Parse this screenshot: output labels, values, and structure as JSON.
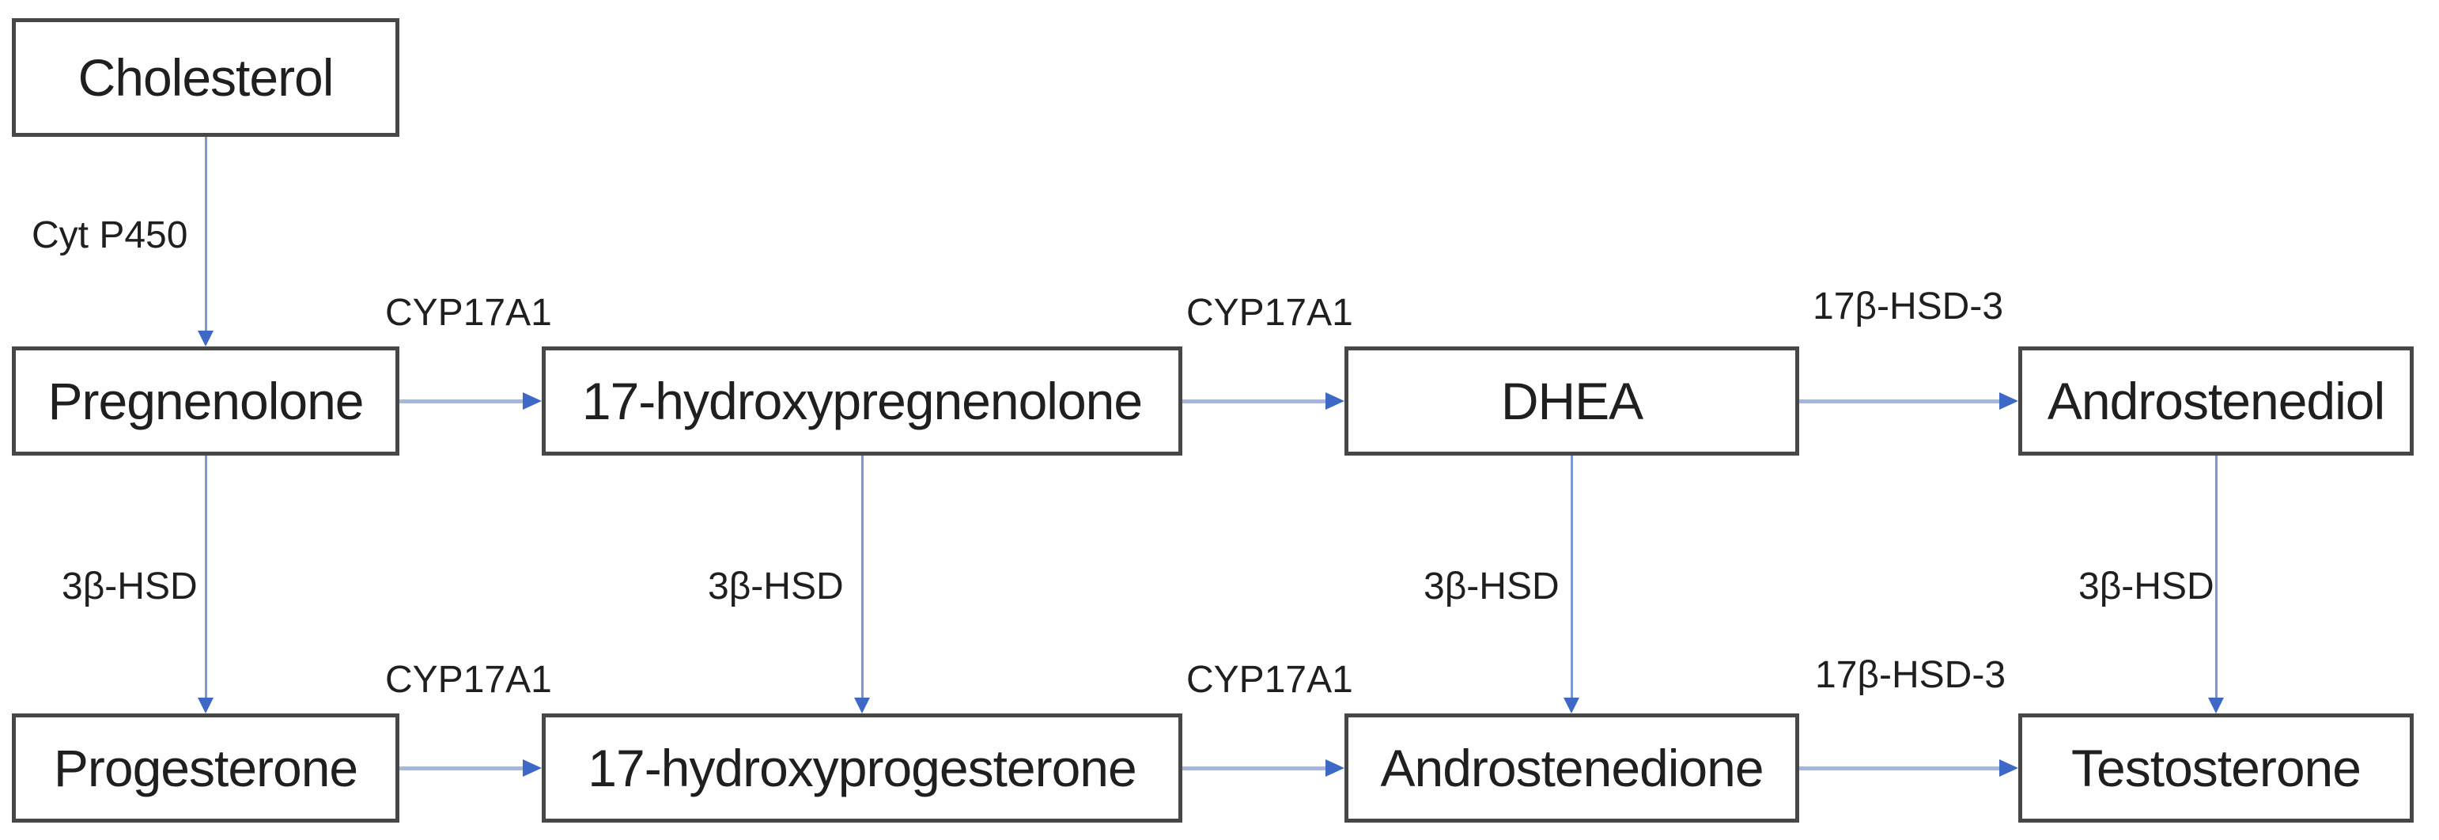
{
  "diagram": {
    "description": "Steroid hormone synthesis pathway flowchart",
    "colors": {
      "background": "#ffffff",
      "box_fill": "#fefefe",
      "box_border": "#474747",
      "text": "#1f1f1f",
      "arrow_line_vertical": "#7d97cf",
      "arrow_line_horizontal": "#a3b8e0",
      "arrow_head": "#3e68c5"
    },
    "nodes": [
      {
        "id": "cholesterol",
        "label": "Cholesterol"
      },
      {
        "id": "pregnenolone",
        "label": "Pregnenolone"
      },
      {
        "id": "hydroxypregnenolone",
        "label": "17-hydroxypregnenolone"
      },
      {
        "id": "dhea",
        "label": "DHEA"
      },
      {
        "id": "androstenediol",
        "label": "Androstenediol"
      },
      {
        "id": "progesterone",
        "label": "Progesterone"
      },
      {
        "id": "hydroxyprogesterone",
        "label": "17-hydroxyprogesterone"
      },
      {
        "id": "androstenedione",
        "label": "Androstenedione"
      },
      {
        "id": "testosterone",
        "label": "Testosterone"
      }
    ],
    "edges": [
      {
        "from": "Cholesterol",
        "to": "Pregnenolone",
        "label": "Cyt P450",
        "direction": "down"
      },
      {
        "from": "Pregnenolone",
        "to": "17-hydroxypregnenolone",
        "label": "CYP17A1",
        "direction": "right"
      },
      {
        "from": "17-hydroxypregnenolone",
        "to": "DHEA",
        "label": "CYP17A1",
        "direction": "right"
      },
      {
        "from": "DHEA",
        "to": "Androstenediol",
        "label": "17β-HSD-3",
        "direction": "right"
      },
      {
        "from": "Pregnenolone",
        "to": "Progesterone",
        "label": "3β-HSD",
        "direction": "down"
      },
      {
        "from": "17-hydroxypregnenolone",
        "to": "17-hydroxyprogesterone",
        "label": "3β-HSD",
        "direction": "down"
      },
      {
        "from": "DHEA",
        "to": "Androstenedione",
        "label": "3β-HSD",
        "direction": "down"
      },
      {
        "from": "Androstenediol",
        "to": "Testosterone",
        "label": "3β-HSD",
        "direction": "down"
      },
      {
        "from": "Progesterone",
        "to": "17-hydroxyprogesterone",
        "label": "CYP17A1",
        "direction": "right"
      },
      {
        "from": "17-hydroxyprogesterone",
        "to": "Androstenedione",
        "label": "CYP17A1",
        "direction": "right"
      },
      {
        "from": "Androstenedione",
        "to": "Testosterone",
        "label": "17β-HSD-3",
        "direction": "right"
      }
    ]
  }
}
